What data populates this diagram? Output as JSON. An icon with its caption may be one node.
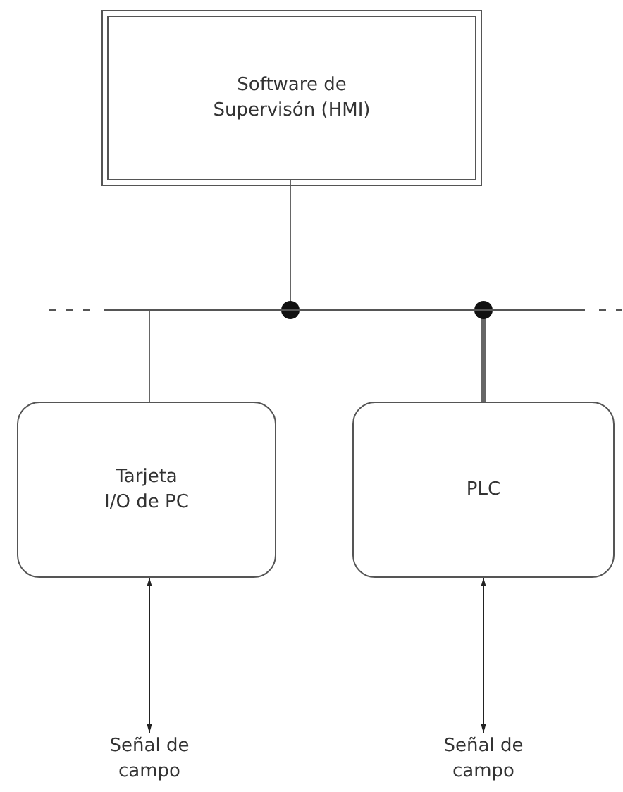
{
  "diagram": {
    "nodes": [
      {
        "text": [
          "Software de Supervisón (HMI)"
        ]
      },
      {
        "text": [],
        "shape": "bar"
      },
      {
        "text": [
          "Tarjeta I/O de PC"
        ]
      },
      {
        "text": [
          "PLC"
        ]
      },
      {
        "text": [
          "Señal de campo"
        ]
      },
      {
        "text": [
          "Señal de campo"
        ]
      }
    ],
    "edges": [
      {
        "from": 0,
        "to": 1,
        "arrow": "none"
      },
      {
        "from": 1,
        "to": 2,
        "arrow": "none"
      },
      {
        "from": 1,
        "to": 3,
        "arrow": "none",
        "style": "thick"
      },
      {
        "from": 2,
        "to": 4,
        "arrow": "both"
      },
      {
        "from": 3,
        "to": 5,
        "arrow": "both"
      }
    ]
  }
}
